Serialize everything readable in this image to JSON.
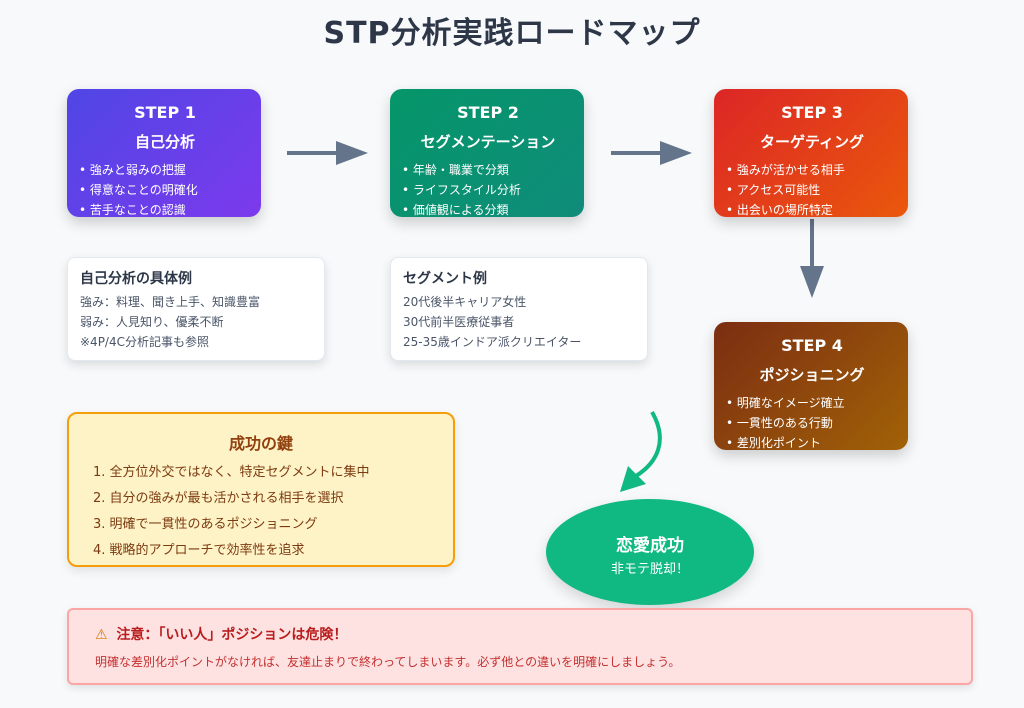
{
  "title": "STP分析実践ロードマップ",
  "steps": [
    {
      "number": "STEP 1",
      "name": "自己分析",
      "items": [
        "強みと弱みの把握",
        "得意なことの明確化",
        "苦手なことの認識"
      ]
    },
    {
      "number": "STEP 2",
      "name": "セグメンテーション",
      "items": [
        "年齢・職業で分類",
        "ライフスタイル分析",
        "価値観による分類"
      ]
    },
    {
      "number": "STEP 3",
      "name": "ターゲティング",
      "items": [
        "強みが活かせる相手",
        "アクセス可能性",
        "出会いの場所特定"
      ]
    },
    {
      "number": "STEP 4",
      "name": "ポジショニング",
      "items": [
        "明確なイメージ確立",
        "一貫性のある行動",
        "差別化ポイント"
      ]
    }
  ],
  "self_analysis_example": {
    "title": "自己分析の具体例",
    "lines": [
      "強み：料理、聞き上手、知識豊富",
      "弱み：人見知り、優柔不断",
      "※4P/4C分析記事も参照"
    ]
  },
  "segment_example": {
    "title": "セグメント例",
    "lines": [
      "20代後半キャリア女性",
      "30代前半医療従事者",
      "25-35歳インドア派クリエイター"
    ]
  },
  "keys_to_success": {
    "title": "成功の鍵",
    "items": [
      "1. 全方位外交ではなく、特定セグメントに集中",
      "2. 自分の強みが最も活かされる相手を選択",
      "3. 明確で一貫性のあるポジショニング",
      "4. 戦略的アプローチで効率性を追求"
    ]
  },
  "success": {
    "title": "恋愛成功",
    "subtitle": "非モテ脱却！"
  },
  "warning": {
    "icon": "warning-icon",
    "title": "注意：「いい人」ポジションは危険！",
    "text": "明確な差別化ポイントがなければ、友達止まりで終わってしまいます。必ず他との違いを明確にしましょう。"
  },
  "colors": {
    "arrow": "#64748b",
    "success_arrow": "#10b981",
    "step1": "#4f46e5",
    "step2": "#059669",
    "step3": "#dc2626",
    "step4": "#7c2d12"
  }
}
